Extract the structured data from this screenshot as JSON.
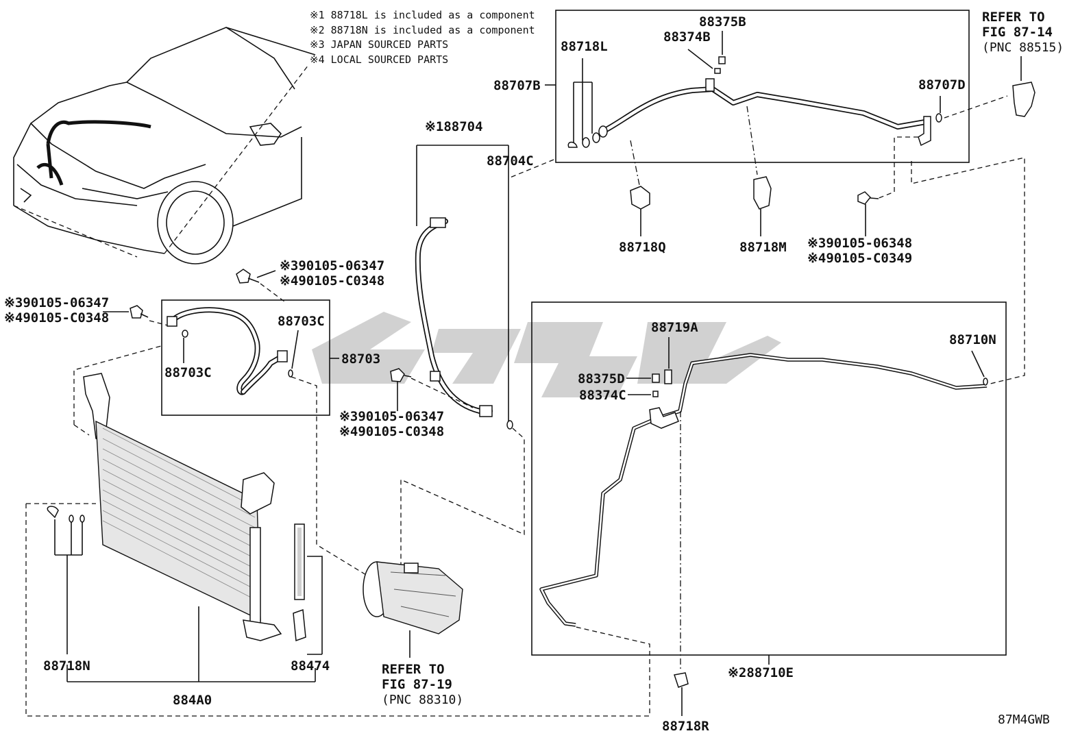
{
  "notes": [
    "※1 88718L is included as a component",
    "※2 88718N is included as a component",
    "※3 JAPAN SOURCED PARTS",
    "※4 LOCAL SOURCED PARTS"
  ],
  "labels": {
    "p88718L": "88718L",
    "p88375B": "88375B",
    "p88374B": "88374B",
    "p88707B": "88707B",
    "p88707D": "88707D",
    "p88704": "※188704",
    "p88704C": "88704C",
    "p88718Q": "88718Q",
    "p88718M": "88718M",
    "bolt_top_right_3": "※390105-06348",
    "bolt_top_right_4": "※490105-C0349",
    "bolt_mid_3": "※390105-06347",
    "bolt_mid_4": "※490105-C0348",
    "bolt_left_3": "※390105-06347",
    "bolt_left_4": "※490105-C0348",
    "p88703C_right": "88703C",
    "p88703C_left": "88703C",
    "p88703": "88703",
    "bolt_lower_3": "※390105-06347",
    "bolt_lower_4": "※490105-C0348",
    "p88719A": "88719A",
    "p88375D": "88375D",
    "p88374C": "88374C",
    "p88710N": "88710N",
    "p88710E": "※288710E",
    "p88718R": "88718R",
    "p88718N": "88718N",
    "p884A0": "884A0",
    "p88474": "88474",
    "diagram_code": "87M4GWB"
  },
  "refs": {
    "top_right": [
      "REFER TO",
      "FIG 87-14",
      "(PNC 88515)"
    ],
    "compressor": [
      "REFER TO",
      "FIG 87-19",
      "(PNC 88310)"
    ]
  }
}
